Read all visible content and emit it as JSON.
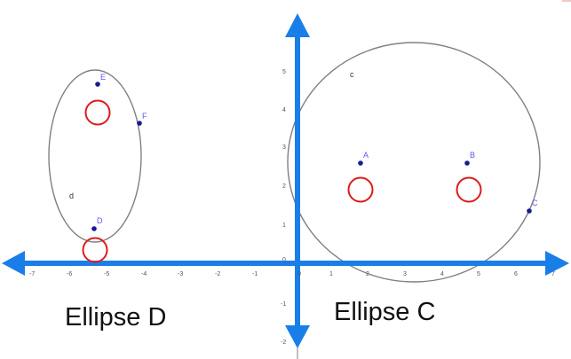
{
  "diagram": {
    "type": "coordinate-plane-ellipses",
    "colors": {
      "axis": "#1a7ee8",
      "ellipse": "#808080",
      "point": "#1a1a8c",
      "point_label": "#5a5ae6",
      "focus_marker": "#dd1c1c",
      "caption": "#111111"
    },
    "x_axis": {
      "ticks": [
        "-7",
        "-6",
        "-5",
        "-4",
        "-3",
        "-2",
        "-1",
        "0",
        "1",
        "2",
        "3",
        "4",
        "5",
        "6",
        "7"
      ],
      "range": [
        -7,
        7
      ]
    },
    "y_axis": {
      "ticks": [
        "5",
        "4",
        "3",
        "2",
        "1",
        "0",
        "-1",
        "-2"
      ],
      "range": [
        -2,
        6
      ]
    },
    "ellipses": [
      {
        "name": "d",
        "caption": "Ellipse D",
        "points": [
          {
            "label": "E"
          },
          {
            "label": "F"
          },
          {
            "label": "D"
          }
        ],
        "focus_markers": 2
      },
      {
        "name": "c",
        "caption": "Ellipse C",
        "points": [
          {
            "label": "A"
          },
          {
            "label": "B"
          },
          {
            "label": "C"
          }
        ],
        "focus_markers": 2
      }
    ]
  },
  "labels": {
    "ellipse_d_name": "d",
    "ellipse_c_name": "c",
    "point_e": "E",
    "point_f": "F",
    "point_d": "D",
    "point_a": "A",
    "point_b": "B",
    "point_c": "C",
    "caption_d": "Ellipse D",
    "caption_c": "Ellipse C"
  },
  "ticks": {
    "x": {
      "m7": "-7",
      "m6": "-6",
      "m5": "-5",
      "m4": "-4",
      "m3": "-3",
      "m2": "-2",
      "m1": "-1",
      "zero": "0",
      "p1": "1",
      "p2": "2",
      "p3": "3",
      "p4": "4",
      "p5": "5",
      "p6": "6",
      "p7": "7"
    },
    "y": {
      "p5": "5",
      "p4": "4",
      "p3": "3",
      "p2": "2",
      "p1": "1",
      "zero": "0",
      "m1": "-1",
      "m2": "-2"
    }
  }
}
